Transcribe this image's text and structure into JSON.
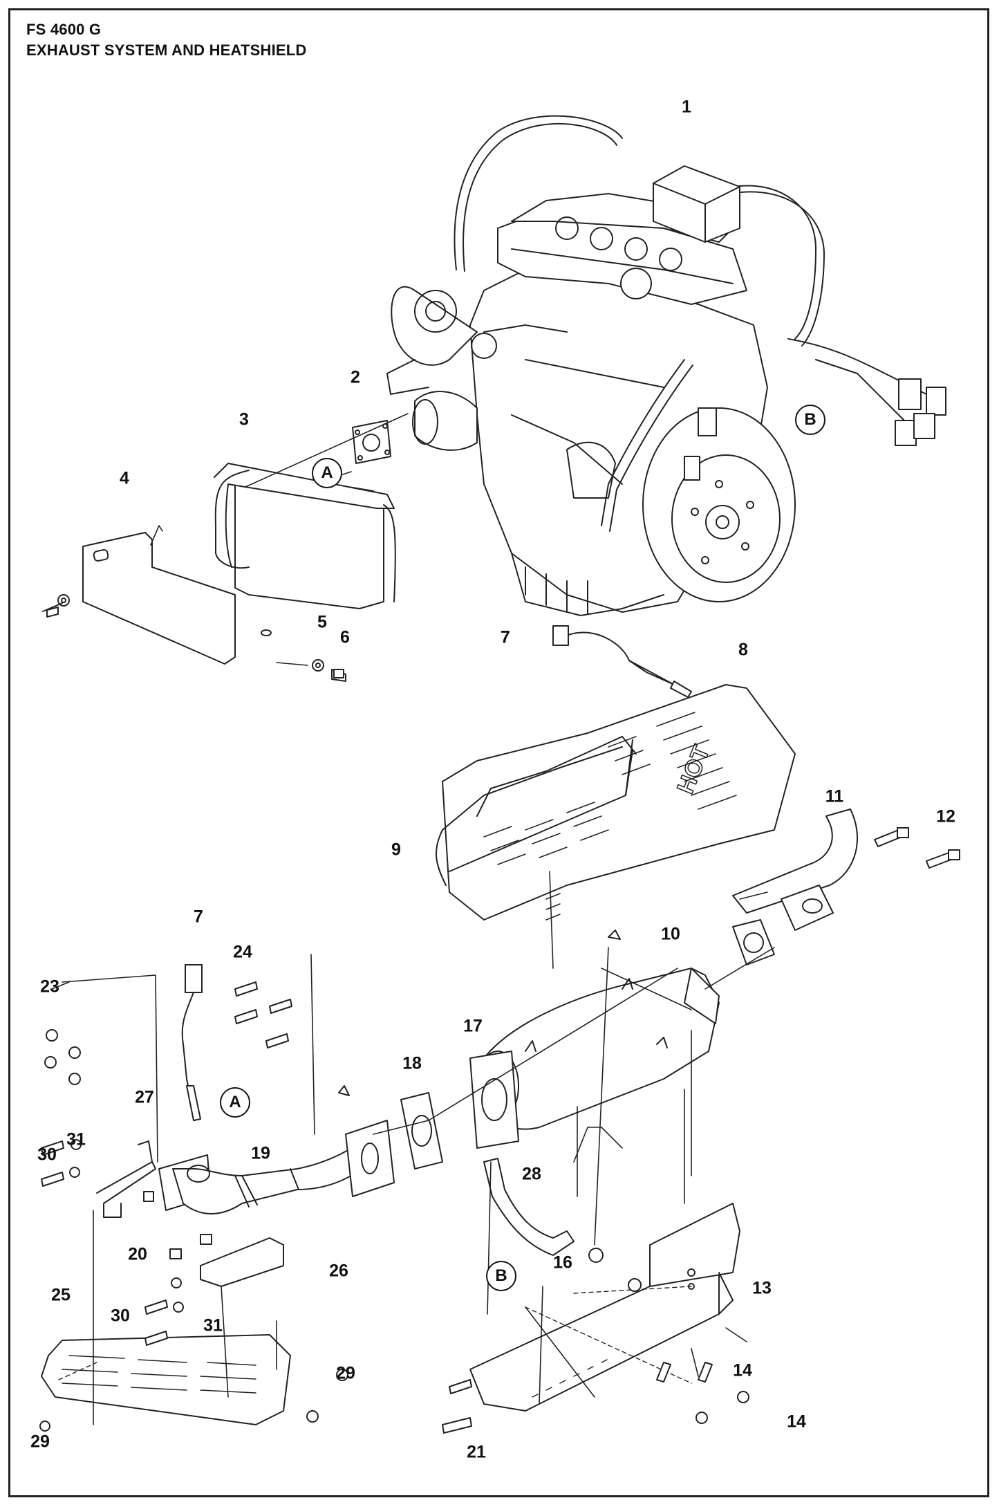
{
  "header": {
    "model": "FS 4600 G",
    "title": "EXHAUST SYSTEM AND HEATSHIELD"
  },
  "diagram": {
    "part_labels": [
      "1",
      "2",
      "3",
      "4",
      "5",
      "6",
      "7",
      "8",
      "9",
      "10",
      "11",
      "12",
      "7",
      "24",
      "23",
      "17",
      "18",
      "27",
      "31",
      "30",
      "19",
      "28",
      "16",
      "13",
      "20",
      "26",
      "25",
      "30",
      "31",
      "14",
      "29",
      "29",
      "21",
      "14"
    ],
    "callouts": [
      "A",
      "B",
      "A",
      "B"
    ],
    "heatshield_text": "HOT"
  }
}
